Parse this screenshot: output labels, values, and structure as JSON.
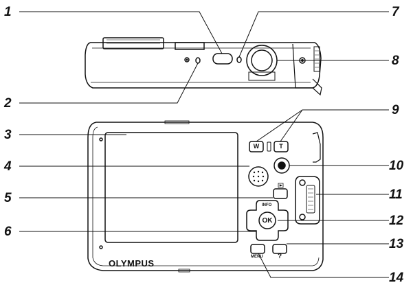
{
  "callouts": [
    "1",
    "2",
    "3",
    "4",
    "5",
    "6",
    "7",
    "8",
    "9",
    "10",
    "11",
    "12",
    "13",
    "14"
  ],
  "camera": {
    "brand": "OLYMPUS",
    "zoom_wide": "W",
    "zoom_tele": "T",
    "ok": "OK",
    "info": "INFO",
    "menu": "MENU",
    "help": "?"
  }
}
